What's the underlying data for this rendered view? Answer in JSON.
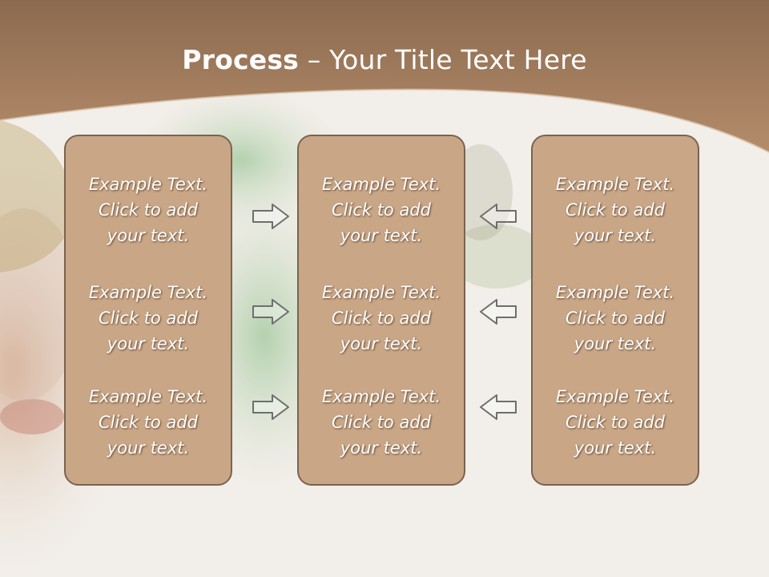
{
  "slide": {
    "title_bold": "Process",
    "title_rest": " – Your Title Text Here"
  },
  "columns": [
    {
      "items": [
        [
          "Example Text.",
          "Click  to add",
          "your text."
        ],
        [
          "Example Text.",
          "Click  to add",
          "your text."
        ],
        [
          "Example Text.",
          "Click  to add",
          "your text."
        ]
      ]
    },
    {
      "items": [
        [
          "Example Text.",
          "Click  to add",
          "your text."
        ],
        [
          "Example Text.",
          "Click  to add",
          "your text."
        ],
        [
          "Example Text.",
          "Click  to add",
          "your text."
        ]
      ]
    },
    {
      "items": [
        [
          "Example Text.",
          "Click  to add",
          "your text."
        ],
        [
          "Example Text.",
          "Click  to add",
          "your text."
        ],
        [
          "Example Text.",
          "Click  to add",
          "your text."
        ]
      ]
    }
  ],
  "arrows": {
    "left_group": "arrow-right-icon",
    "right_group": "arrow-left-icon"
  },
  "colors": {
    "header_brown": "#a98161",
    "box_fill": "#c9a686",
    "box_border": "#7b6350",
    "text": "#ffffff"
  }
}
